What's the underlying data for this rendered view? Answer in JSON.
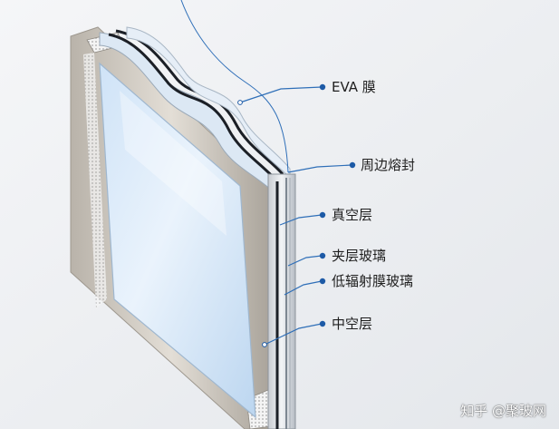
{
  "diagram": {
    "labels": [
      {
        "id": "eva",
        "text": "EVA 膜"
      },
      {
        "id": "edge-seal",
        "text": "周边熔封"
      },
      {
        "id": "vacuum",
        "text": "真空层"
      },
      {
        "id": "laminated",
        "text": "夹层玻璃"
      },
      {
        "id": "lowe",
        "text": "低辐射膜玻璃"
      },
      {
        "id": "hollow",
        "text": "中空层"
      }
    ]
  },
  "watermark": "知乎 @聚玻网",
  "colors": {
    "background": "#eef0f3",
    "leader_line": "#2f6fb8",
    "frame": "#c9c4bc",
    "glass": "#d4e6f8"
  }
}
